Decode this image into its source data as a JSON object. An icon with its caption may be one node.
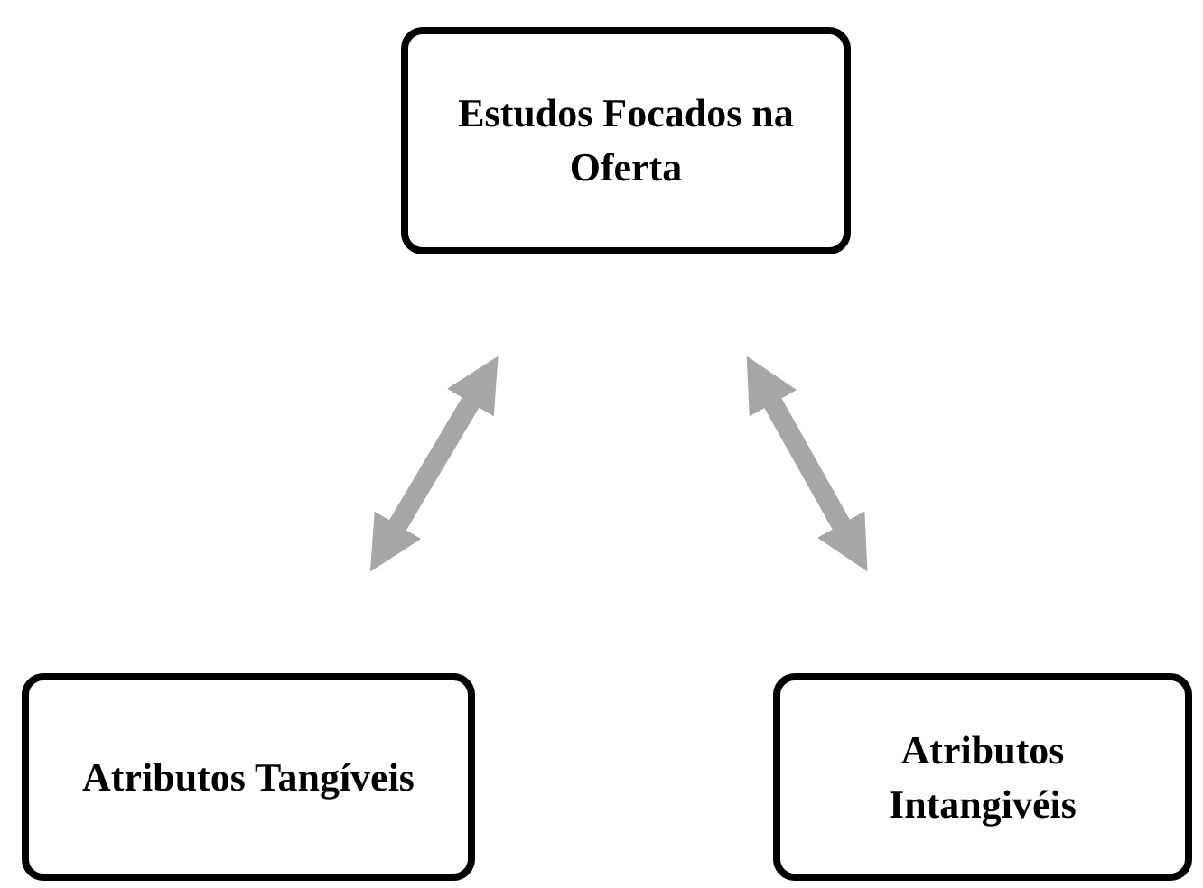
{
  "diagram": {
    "nodes": [
      {
        "text": [
          "Estudos Focados na Oferta"
        ]
      },
      {
        "text": [
          "Atributos Tangíveis"
        ]
      },
      {
        "text": [
          "Atributos Intangivéis"
        ]
      }
    ],
    "edges": [
      {
        "from": 0,
        "to": 1,
        "arrow": "both"
      },
      {
        "from": 0,
        "to": 2,
        "arrow": "both"
      }
    ]
  }
}
